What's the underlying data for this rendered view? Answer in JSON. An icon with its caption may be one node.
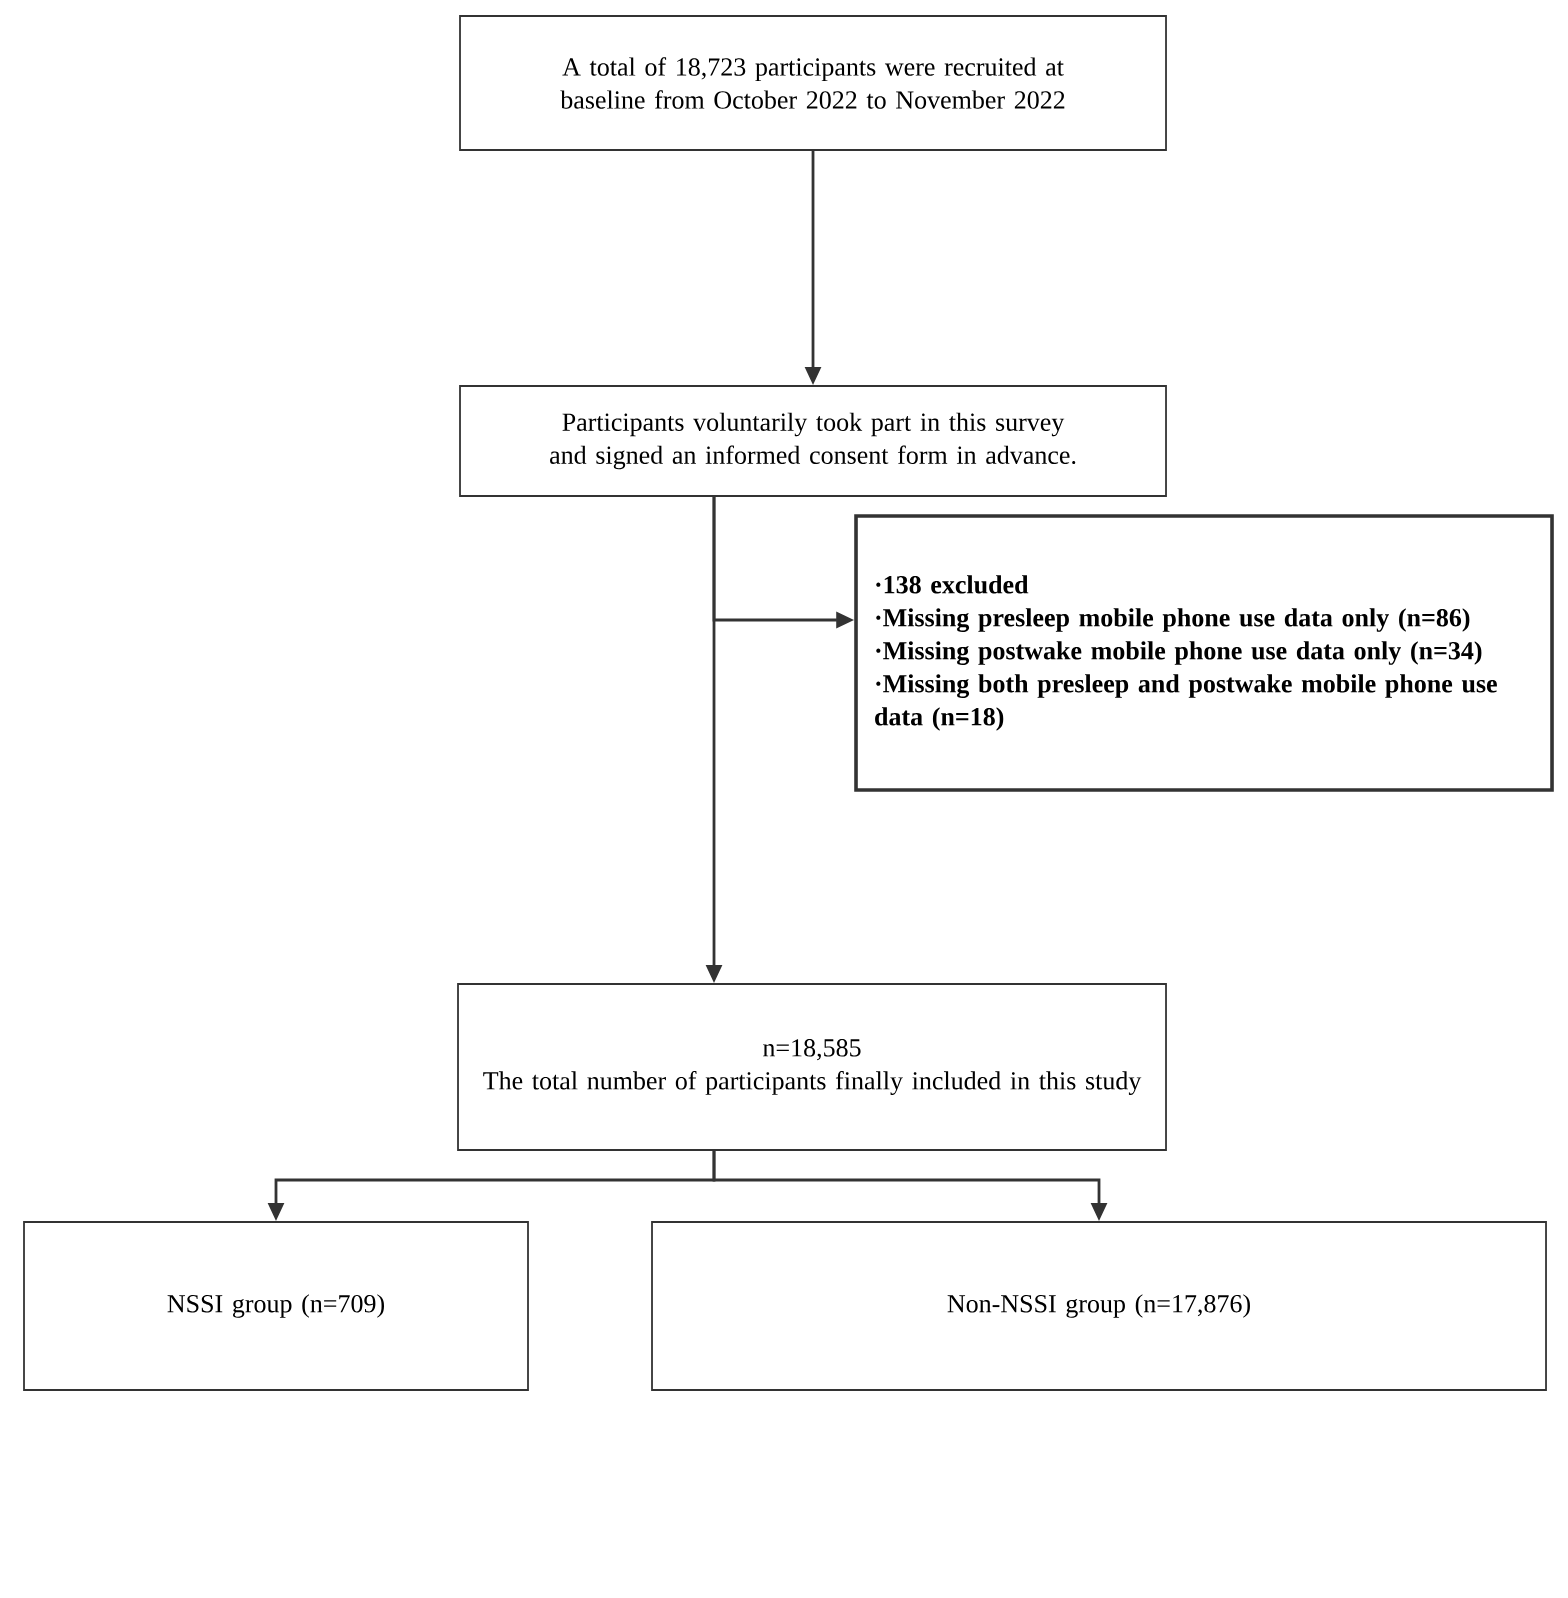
{
  "diagram": {
    "nodes": [
      {
        "text": [
          "A total of 18,723 participants were recruited at baseline from October 2022 to November 2022"
        ]
      },
      {
        "text": [
          "Participants voluntarily took part in this survey and signed an informed consent form in advance."
        ]
      },
      {
        "text": [
          "·138 excluded",
          "·Missing presleep mobile phone use data only (n=86)",
          "·Missing postwake mobile phone use data only (n=34)",
          "·Missing both presleep and postwake mobile phone use data (n=18)"
        ]
      },
      {
        "text": [
          "n=18,585",
          "The total number of participants finally included in this study"
        ]
      },
      {
        "text": [
          "NSSI group (n=709)"
        ]
      },
      {
        "text": [
          "Non-NSSI group (n=17,876)"
        ]
      }
    ],
    "edges": [
      {
        "from": 0,
        "to": 1,
        "arrow": "to"
      },
      {
        "from": 1,
        "to": 3,
        "arrow": "to"
      },
      {
        "from": 1,
        "to": 2,
        "arrow": "to"
      },
      {
        "from": 3,
        "to": 4,
        "arrow": "to"
      },
      {
        "from": 3,
        "to": 5,
        "arrow": "to"
      }
    ]
  }
}
